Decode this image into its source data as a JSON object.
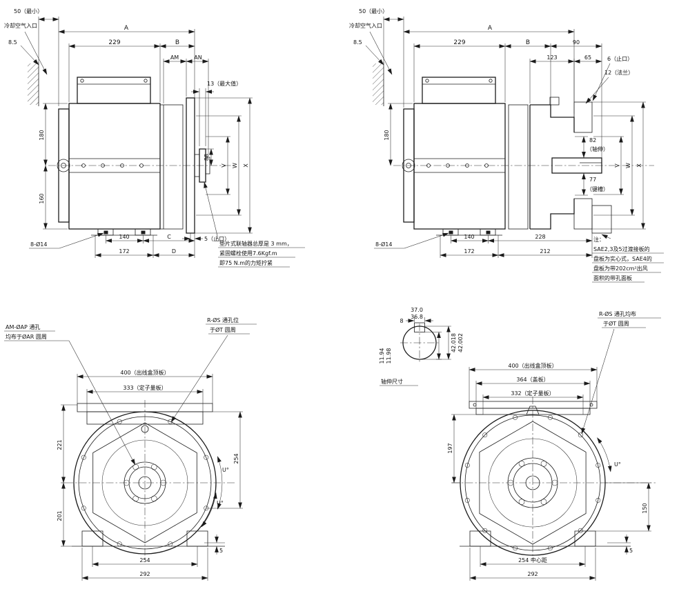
{
  "colors": {
    "line": "#1b1b1b",
    "background": "#ffffff"
  },
  "tl": {
    "min_clearance": "50（最小）",
    "air_inlet": "冷却空气入口",
    "gap": "8.5",
    "dim_a": "A",
    "dim_229": "229",
    "dim_b": "B",
    "dim_am": "AM",
    "dim_an": "AN",
    "max13": "13（最大值）",
    "dim_180": "180",
    "dim_160": "160",
    "dim_88": "88",
    "dim_v": "V",
    "dim_w": "W",
    "dim_x": "X",
    "spigot": "5（止口）",
    "dim_140": "140",
    "dim_c": "C",
    "dim_172": "172",
    "dim_d": "D",
    "holes": "8-Ø14",
    "note1": "垫片式联轴器总厚是 3 mm，",
    "note2": "紧固螺栓使用7.6Kgf.m",
    "note3": "即75 N.m的力矩拧紧"
  },
  "tr": {
    "min_clearance": "50（最小）",
    "air_inlet": "冷却空气入口",
    "gap": "8.5",
    "dim_a": "A",
    "dim_229": "229",
    "dim_b": "B",
    "dim_90": "90",
    "dim_123": "123",
    "dim_65": "65",
    "spigot6": "6（止口）",
    "flange12": "12（法兰）",
    "dim_180": "180",
    "dim_82": "82",
    "shaft_ext": "（轴伸）",
    "dim_77": "77",
    "keyway": "（键槽）",
    "dim_v": "V",
    "dim_w": "W",
    "dim_x": "X",
    "dim_140": "140",
    "dim_228": "228",
    "dim_172": "172",
    "dim_212": "212",
    "holes": "8-Ø14",
    "note_head": "注：",
    "note1": "SAE2,3及5过渡接板的",
    "note2": "盘板为实心式，SAE4的",
    "note3": "盘板为带202cm²出风",
    "note4": "面积的带孔面板"
  },
  "bl": {
    "holes_ap_1": "AM-ØAP 通孔",
    "holes_ap_2": "均布于ØAR 圆周",
    "holes_s_1": "R-ØS 通孔位",
    "holes_s_2": "于ØT 圆周",
    "dim_400": "400（出线盒顶板）",
    "dim_333": "333（定子量板）",
    "dim_221": "221",
    "dim_201": "201",
    "dim_254r": "254",
    "angle_u1": "U°",
    "angle_u2": "U°",
    "dim_5": "5",
    "dim_254b": "254",
    "dim_292": "292"
  },
  "br": {
    "shaft_label": "轴伸尺寸",
    "key_w1": "37.0",
    "key_w2": "36.8",
    "key_8": "8",
    "tol_1": "42.018",
    "tol_2": "42.002",
    "tol_3": "11.94",
    "tol_4": "11.98",
    "holes_s_1": "R-ØS 通孔均布",
    "holes_s_2": "于ØT 圆周",
    "dim_400": "400（出线盒顶板）",
    "dim_364": "364（盖板）",
    "dim_332": "332（定子量板）",
    "dim_197": "197",
    "dim_150": "150",
    "angle_u": "U°",
    "dim_5": "5",
    "dim_254": "254 中心距",
    "dim_292": "292"
  }
}
